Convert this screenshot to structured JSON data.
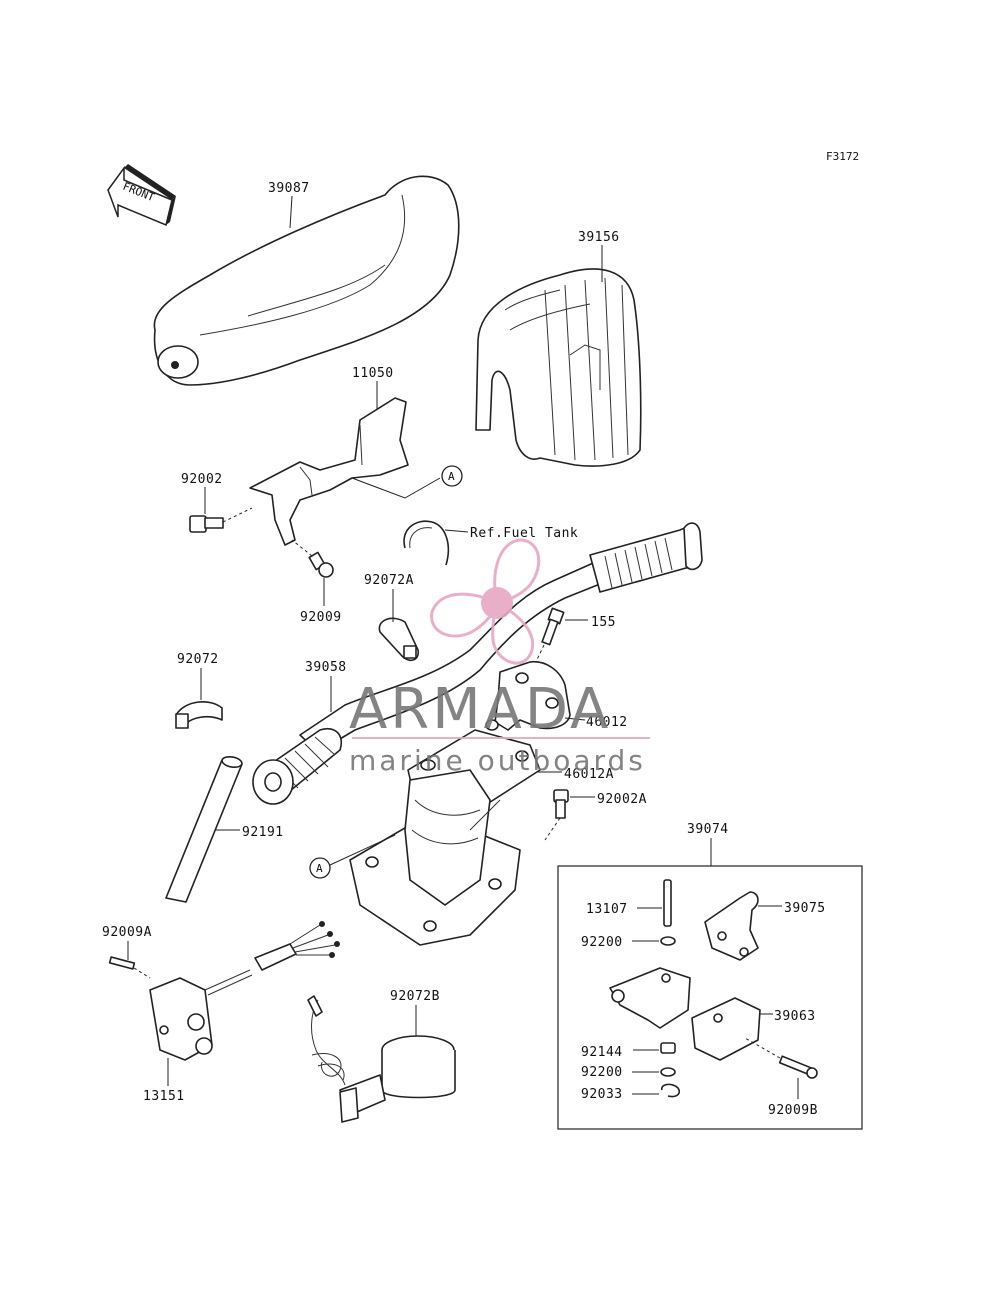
{
  "diagram": {
    "figure_code": "F3172",
    "front_arrow_text": "FRONT",
    "ref_note": "Ref.Fuel Tank",
    "callout_a": "A",
    "callout_a2": "A"
  },
  "part_labels": {
    "p39087": "39087",
    "p39156": "39156",
    "p11050": "11050",
    "p92002": "92002",
    "p92009": "92009",
    "p92072A": "92072A",
    "p155": "155",
    "p92072": "92072",
    "p39058": "39058",
    "p46012": "46012",
    "p46012A": "46012A",
    "p92002A": "92002A",
    "p92191": "92191",
    "p39074": "39074",
    "p13107": "13107",
    "p39075": "39075",
    "p92200a": "92200",
    "p39063": "39063",
    "p92144": "92144",
    "p92200b": "92200",
    "p92033": "92033",
    "p92009B": "92009B",
    "p92009A": "92009A",
    "p13151": "13151",
    "p92072B": "92072B"
  },
  "watermark": {
    "brand": "ARMADA",
    "tagline": "marine outboards",
    "color": "#e7a7c4"
  }
}
